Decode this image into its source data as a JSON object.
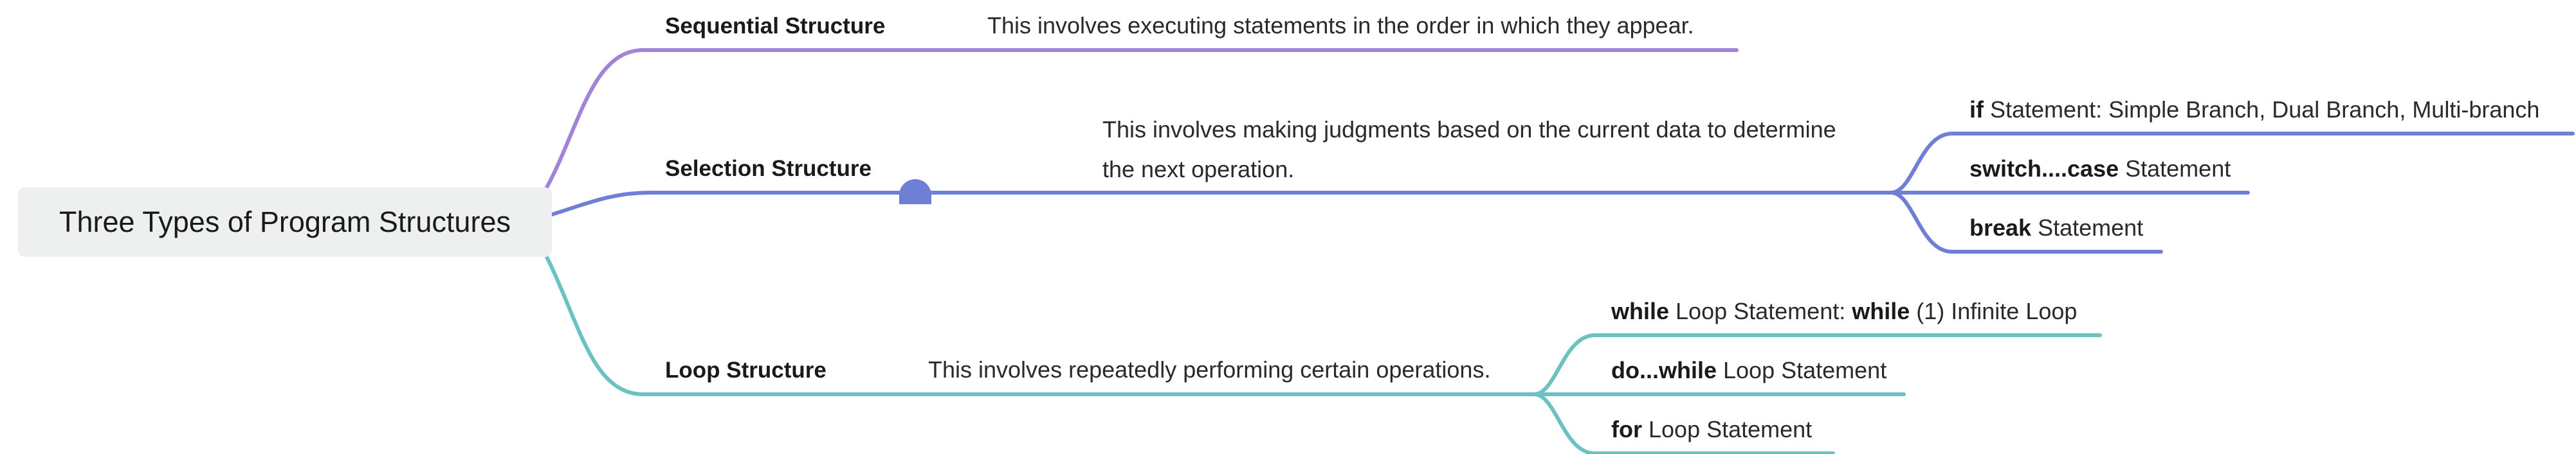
{
  "colors": {
    "sequential": "#a184d8",
    "selection": "#6f7fd6",
    "loop": "#6cc2c2",
    "root_bg": "#eef0ef"
  },
  "root": {
    "label": "Three Types of Program Structures"
  },
  "branches": {
    "sequential": {
      "label": "Sequential Structure",
      "desc": "This involves executing statements in the order in which they appear."
    },
    "selection": {
      "label": "Selection Structure",
      "desc": "This involves making judgments based on the current data to determine the next operation.",
      "children": [
        {
          "keyword": "if",
          "text": " Statement: Simple Branch, Dual Branch, Multi-branch"
        },
        {
          "keyword": "switch....case",
          "text": " Statement"
        },
        {
          "keyword": "break",
          "text": " Statement"
        }
      ]
    },
    "loop": {
      "label": "Loop Structure",
      "desc": "This involves repeatedly performing certain operations.",
      "children": [
        {
          "keyword": "while",
          "text": " Loop Statement: ",
          "keyword2": "while",
          "text2": " (1) Infinite Loop"
        },
        {
          "keyword": "do...while",
          "text": " Loop Statement"
        },
        {
          "keyword": "for",
          "text": " Loop Statement"
        }
      ]
    }
  }
}
